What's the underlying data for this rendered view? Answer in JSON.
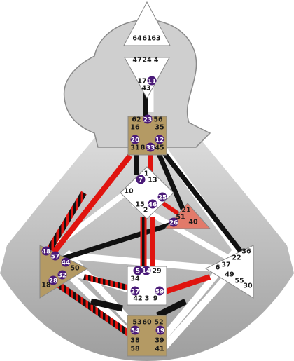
{
  "colors": {
    "personality": "#111111",
    "design": "#e0140f",
    "active_circle": "#4a1a78",
    "defined_center": "#b49a64",
    "ego_center": "#e27a6a",
    "undefined_center": "#ffffff",
    "aura": "#c4c4c4",
    "silhouette": "#7c7c7c"
  },
  "centers": {
    "head": {
      "gates": [
        "64",
        "61",
        "63"
      ]
    },
    "ajna": {
      "gates": [
        "47",
        "24",
        "4",
        "17",
        "43",
        "11"
      ]
    },
    "throat": {
      "gates": [
        "62",
        "23",
        "56",
        "16",
        "35",
        "20",
        "12",
        "31",
        "8",
        "33",
        "45"
      ]
    },
    "g": {
      "gates": [
        "1",
        "13",
        "7",
        "10",
        "15",
        "2",
        "46",
        "25"
      ]
    },
    "ego": {
      "gates": [
        "21",
        "51",
        "26",
        "40"
      ]
    },
    "spleen": {
      "gates": [
        "48",
        "57",
        "44",
        "50",
        "32",
        "28",
        "18"
      ]
    },
    "sacral": {
      "gates": [
        "5",
        "14",
        "29",
        "34",
        "27",
        "59",
        "42",
        "3",
        "9"
      ]
    },
    "solar_plexus": {
      "gates": [
        "36",
        "22",
        "37",
        "6",
        "49",
        "55",
        "30"
      ]
    },
    "root": {
      "gates": [
        "53",
        "60",
        "52",
        "54",
        "19",
        "38",
        "39",
        "58",
        "41"
      ]
    }
  },
  "active_gates": [
    "11",
    "23",
    "20",
    "12",
    "33",
    "7",
    "46",
    "25",
    "26",
    "48",
    "57",
    "44",
    "32",
    "28",
    "5",
    "14",
    "27",
    "59",
    "54",
    "19"
  ]
}
